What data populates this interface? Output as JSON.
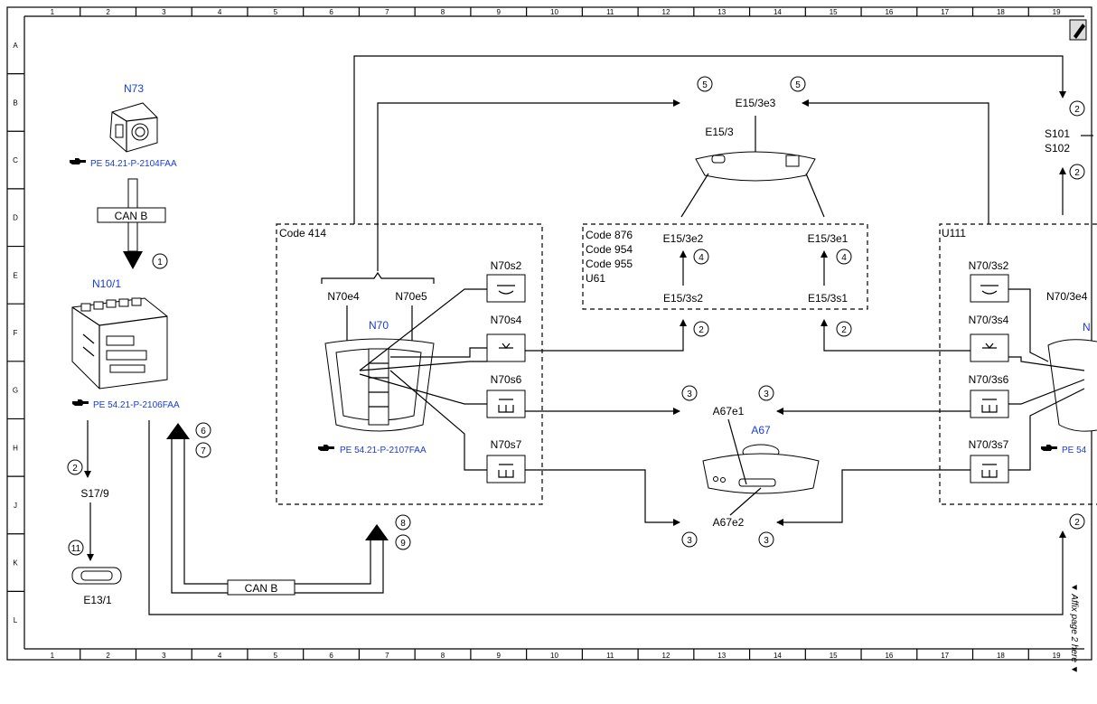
{
  "ruler": {
    "columns": [
      "1",
      "2",
      "3",
      "4",
      "5",
      "6",
      "7",
      "8",
      "9",
      "10",
      "11",
      "12",
      "13",
      "14",
      "15",
      "16",
      "17",
      "18",
      "19"
    ],
    "rows": [
      "A",
      "B",
      "C",
      "D",
      "E",
      "F",
      "G",
      "H",
      "J",
      "K",
      "L"
    ]
  },
  "components": {
    "n73": "N73",
    "n73_ref": "PE 54.21-P-2104FAA",
    "can_b_top": "CAN B",
    "n10": "N10/1",
    "n10_ref": "PE 54.21-P-2106FAA",
    "s17": "S17/9",
    "e13": "E13/1",
    "can_b_bottom": "CAN B",
    "code414": "Code 414",
    "n70e4": "N70e4",
    "n70e5": "N70e5",
    "n70": "N70",
    "n70_ref": "PE 54.21-P-2107FAA",
    "n70s2": "N70s2",
    "n70s4": "N70s4",
    "n70s6": "N70s6",
    "n70s7": "N70s7",
    "codes": [
      "Code 876",
      "Code 954",
      "Code 955",
      "U61"
    ],
    "e15_3e2": "E15/3e2",
    "e15_3e1": "E15/3e1",
    "e15_3s2": "E15/3s2",
    "e15_3s1": "E15/3s1",
    "e15_3": "E15/3",
    "e15_3e3": "E15/3e3",
    "a67": "A67",
    "a67e1": "A67e1",
    "a67e2": "A67e2",
    "u111": "U111",
    "n70_3s2": "N70/3s2",
    "n70_3s4": "N70/3s4",
    "n70_3s6": "N70/3s6",
    "n70_3s7": "N70/3s7",
    "n70_3e4": "N70/3e4",
    "n_cut": "N",
    "pe54_cut": "PE 54",
    "s101": "S101",
    "s102": "S102",
    "affix_note": "▼ Affix page 2 here ▼"
  },
  "callouts": {
    "c1": "1",
    "c2": "2",
    "c3": "3",
    "c4": "4",
    "c5": "5",
    "c6": "6",
    "c7": "7",
    "c8": "8",
    "c9": "9",
    "c11": "11"
  },
  "colors": {
    "line": "#000000",
    "component_label": "#1a3cd8",
    "background": "#ffffff"
  },
  "icons": [
    "camera-module-icon",
    "control-unit-icon",
    "pointing-hand-icon",
    "switch-icon",
    "reading-lamp-icon",
    "courtesy-lamp-icon",
    "overhead-console-icon",
    "rearview-mirror-icon",
    "edit-page-icon"
  ]
}
